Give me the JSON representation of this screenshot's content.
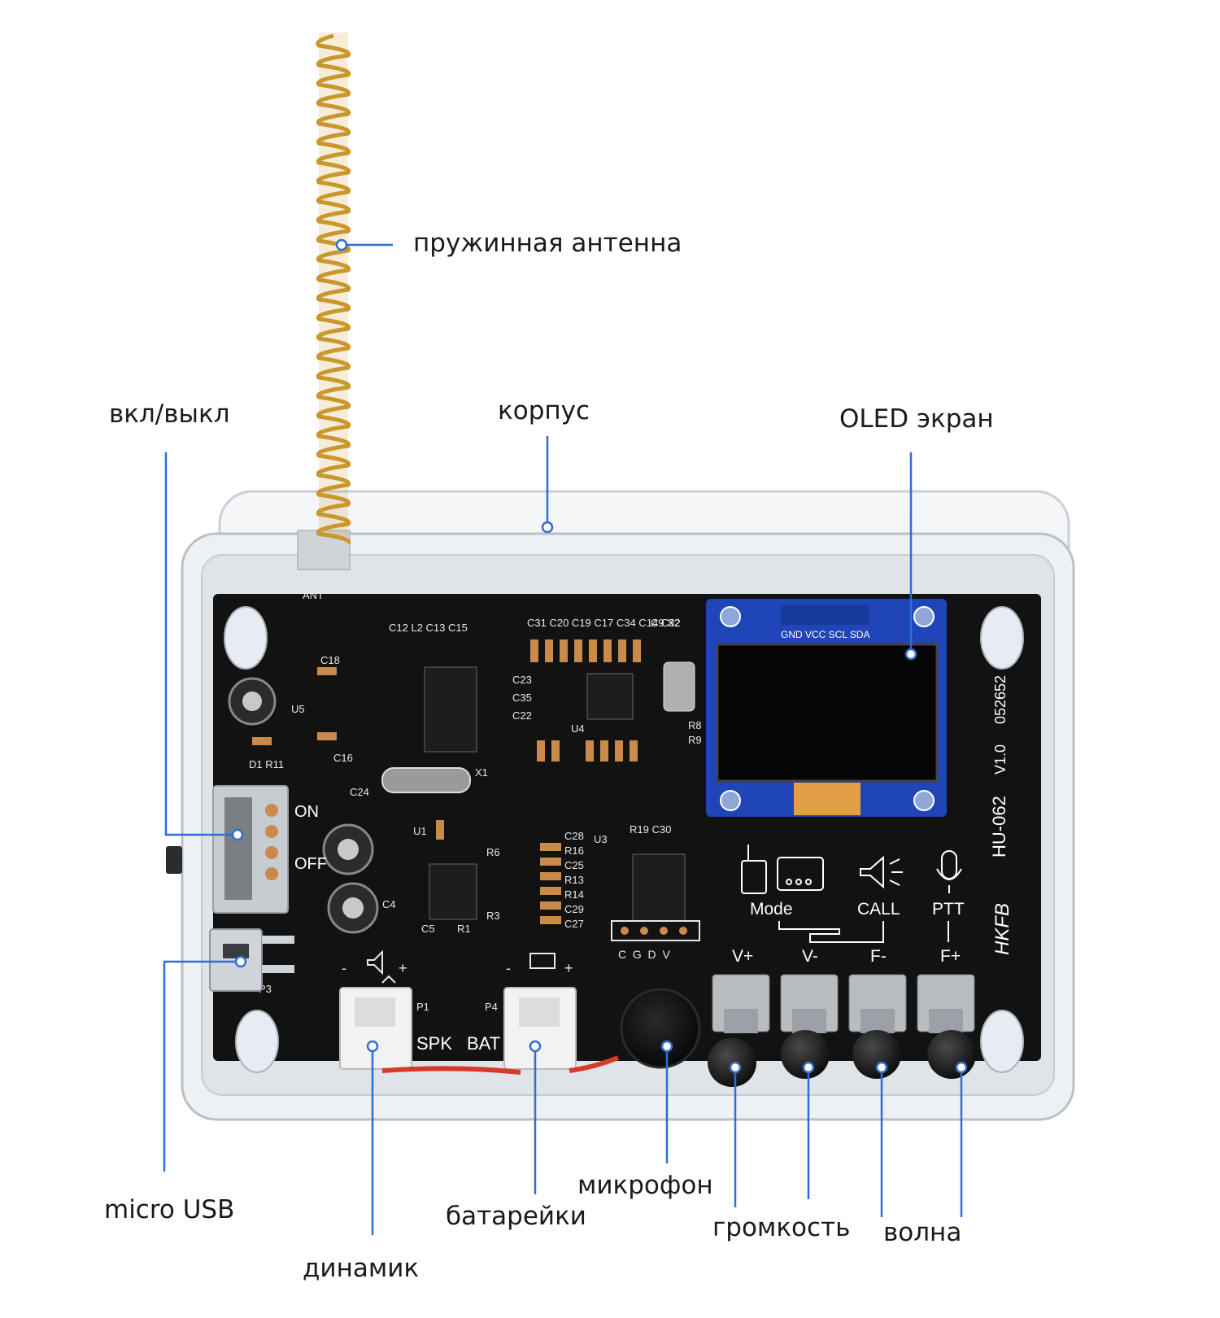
{
  "callouts": {
    "antenna": "пружинная антенна",
    "power_switch": "вкл/выкл",
    "case": "корпус",
    "oled": "OLED экран",
    "micro_usb": "micro USB",
    "speaker": "динамик",
    "battery": "батарейки",
    "microphone": "микрофон",
    "volume": "громкость",
    "wave": "волна"
  },
  "board": {
    "model": "HU-062",
    "version": "V1.0",
    "serial": "052652",
    "switch_on": "ON",
    "switch_off": "OFF",
    "mode_label": "Mode",
    "call_label": "CALL",
    "ptt_label": "PTT",
    "spk_label": "SPK",
    "bat_label": "BAT",
    "oled_pins": "GND VCC SCL SDA",
    "mic_pins": "C  G  D  V",
    "btn_vplus": "V+",
    "btn_vminus": "V-",
    "btn_fminus": "F-",
    "btn_fplus": "F+",
    "ant_label": "ANT",
    "signature": "HKFB"
  },
  "colors": {
    "pcb": "#121212",
    "oled_pcb": "#1f45b8",
    "leader_line": "#2d6fd6",
    "antenna": "#c9972c"
  }
}
